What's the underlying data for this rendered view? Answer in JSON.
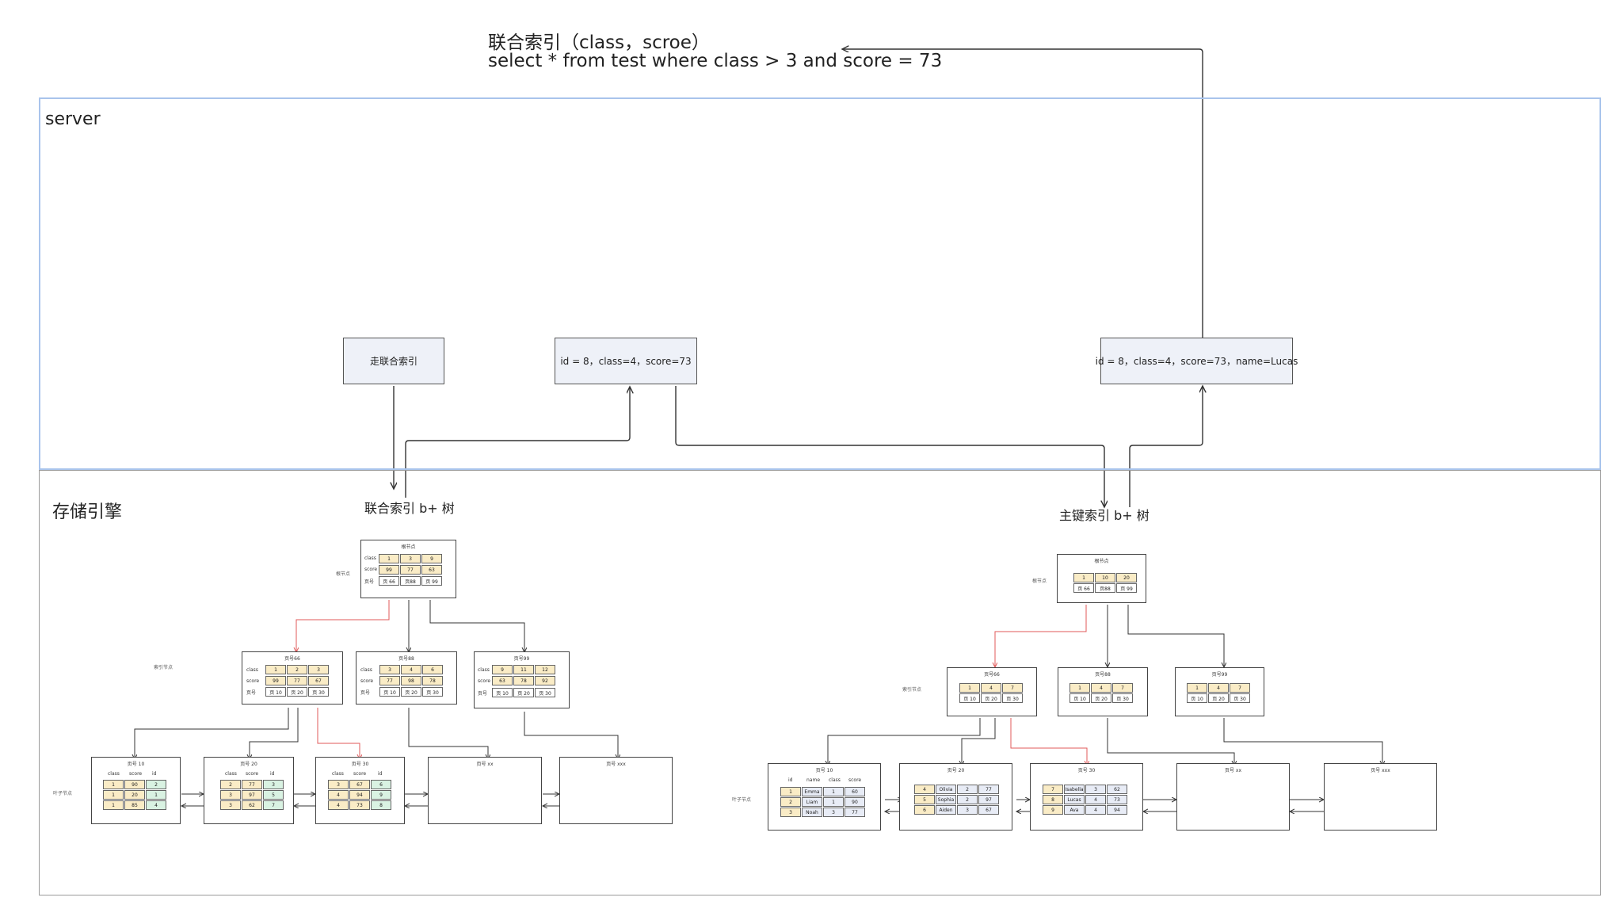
{
  "query": {
    "line1": "联合索引（class，scroe）",
    "line2": "select * from test where class > 3 and score = 73"
  },
  "regions": {
    "server": "server",
    "storage": "存储引擎"
  },
  "flow": {
    "use_index": "走联合索引",
    "index_result": "id = 8，class=4，score=73",
    "pk_result": "id = 8，class=4，score=73，name=Lucas"
  },
  "trees": {
    "composite_label": "联合索引 b+ 树",
    "primary_label": "主键索引 b+ 树"
  },
  "composite": {
    "root": {
      "title": "根节点",
      "row_labels": [
        "class",
        "score",
        "页号"
      ],
      "keys1": [
        "1",
        "3",
        "9"
      ],
      "keys2": [
        "99",
        "77",
        "63"
      ],
      "ptrs": [
        "页 66",
        "页88",
        "页 99"
      ],
      "side": "根节点"
    },
    "internal": [
      {
        "title": "页号66",
        "row_labels": [
          "class",
          "score",
          "页号"
        ],
        "keys1": [
          "1",
          "2",
          "3"
        ],
        "keys2": [
          "99",
          "77",
          "67"
        ],
        "ptrs": [
          "页 10",
          "页 20",
          "页 30"
        ],
        "side": "索引节点"
      },
      {
        "title": "页号88",
        "row_labels": [
          "class",
          "score",
          "页号"
        ],
        "keys1": [
          "3",
          "4",
          "6"
        ],
        "keys2": [
          "77",
          "98",
          "78"
        ],
        "ptrs": [
          "页 10",
          "页 20",
          "页 30"
        ]
      },
      {
        "title": "页号99",
        "row_labels": [
          "class",
          "score",
          "页号"
        ],
        "keys1": [
          "9",
          "11",
          "12"
        ],
        "keys2": [
          "63",
          "78",
          "92"
        ],
        "ptrs": [
          "页 10",
          "页 20",
          "页 30"
        ]
      }
    ],
    "leaves": [
      {
        "title": "页号 10",
        "headers": [
          "class",
          "score",
          "id"
        ],
        "rows": [
          [
            "1",
            "90",
            "2"
          ],
          [
            "1",
            "20",
            "1"
          ],
          [
            "1",
            "85",
            "4"
          ]
        ],
        "side": "叶子节点"
      },
      {
        "title": "页号 20",
        "headers": [
          "class",
          "score",
          "id"
        ],
        "rows": [
          [
            "2",
            "77",
            "3"
          ],
          [
            "3",
            "97",
            "5"
          ],
          [
            "3",
            "62",
            "7"
          ]
        ]
      },
      {
        "title": "页号 30",
        "headers": [
          "class",
          "score",
          "id"
        ],
        "rows": [
          [
            "3",
            "67",
            "6"
          ],
          [
            "4",
            "94",
            "9"
          ],
          [
            "4",
            "73",
            "8"
          ]
        ]
      },
      {
        "title": "页号 xx",
        "headers": [],
        "rows": []
      },
      {
        "title": "页号 xxx",
        "headers": [],
        "rows": []
      }
    ]
  },
  "primary": {
    "root": {
      "title": "根节点",
      "keys": [
        "1",
        "10",
        "20"
      ],
      "ptrs": [
        "页 66",
        "页88",
        "页 99"
      ],
      "side": "根节点"
    },
    "internal": [
      {
        "title": "页号66",
        "keys": [
          "1",
          "4",
          "7"
        ],
        "ptrs": [
          "页 10",
          "页 20",
          "页 30"
        ],
        "side": "索引节点"
      },
      {
        "title": "页号88",
        "keys": [
          "1",
          "4",
          "7"
        ],
        "ptrs": [
          "页 10",
          "页 20",
          "页 30"
        ]
      },
      {
        "title": "页号99",
        "keys": [
          "1",
          "4",
          "7"
        ],
        "ptrs": [
          "页 10",
          "页 20",
          "页 30"
        ]
      }
    ],
    "leaves": [
      {
        "title": "页号 10",
        "headers": [
          "id",
          "name",
          "class",
          "score"
        ],
        "rows": [
          [
            "1",
            "Emma",
            "1",
            "60"
          ],
          [
            "2",
            "Liam",
            "1",
            "90"
          ],
          [
            "3",
            "Noah",
            "3",
            "77"
          ]
        ],
        "side": "叶子节点"
      },
      {
        "title": "页号 20",
        "headers": [],
        "rows": [
          [
            "4",
            "Olivia",
            "2",
            "77"
          ],
          [
            "5",
            "Sophia",
            "2",
            "97"
          ],
          [
            "6",
            "Aiden",
            "3",
            "67"
          ]
        ]
      },
      {
        "title": "页号 30",
        "headers": [],
        "rows": [
          [
            "7",
            "Isabella",
            "3",
            "62"
          ],
          [
            "8",
            "Lucas",
            "4",
            "73"
          ],
          [
            "9",
            "Ava",
            "4",
            "94"
          ]
        ]
      },
      {
        "title": "页号 xx",
        "headers": [],
        "rows": []
      },
      {
        "title": "页号 xxx",
        "headers": [],
        "rows": []
      }
    ]
  },
  "colors": {
    "server_border": "#a9c4ec",
    "key_fill": "#faecc6",
    "pk_fill": "#d9f2e2",
    "highlight_path": "#e05a5a",
    "box_fill": "#eef1f8"
  }
}
